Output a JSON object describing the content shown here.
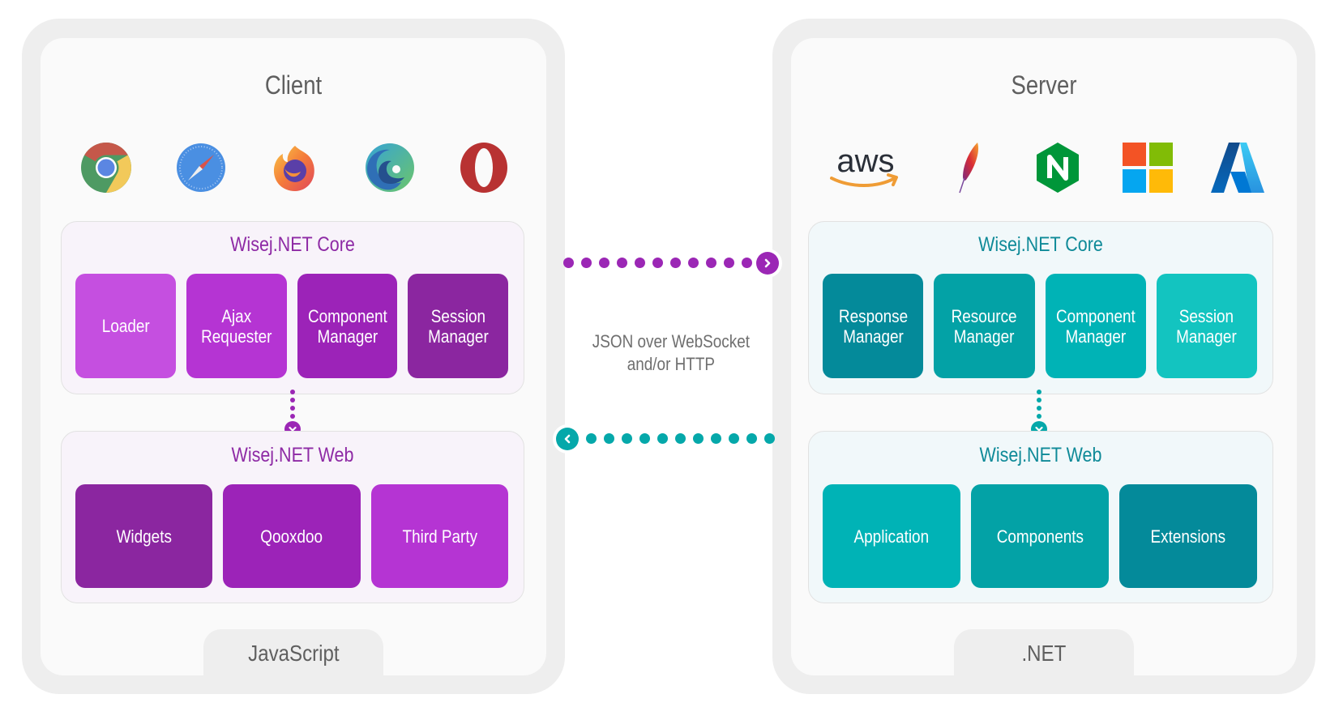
{
  "client": {
    "title": "Client",
    "icons": [
      "chrome-icon",
      "safari-icon",
      "firefox-icon",
      "edge-icon",
      "opera-icon"
    ],
    "core": {
      "title": "Wisej.NET Core",
      "tiles": [
        {
          "label": "Loader",
          "color": "#c54fe0"
        },
        {
          "label": "Ajax\nRequester",
          "color": "#b534d3"
        },
        {
          "label": "Component\nManager",
          "color": "#9c23b8"
        },
        {
          "label": "Session\nManager",
          "color": "#8b26a0"
        }
      ]
    },
    "web": {
      "title": "Wisej.NET Web",
      "tiles": [
        {
          "label": "Widgets",
          "color": "#8b26a0"
        },
        {
          "label": "Qooxdoo",
          "color": "#9c23b8"
        },
        {
          "label": "Third Party",
          "color": "#b534d3"
        }
      ]
    },
    "footer": "JavaScript",
    "accent": "#9b27b5"
  },
  "server": {
    "title": "Server",
    "icons": [
      "aws-icon",
      "apache-feather-icon",
      "nginx-icon",
      "microsoft-icon",
      "azure-icon"
    ],
    "aws_text": "aws",
    "core": {
      "title": "Wisej.NET Core",
      "tiles": [
        {
          "label": "Response\nManager",
          "color": "#048a9a"
        },
        {
          "label": "Resource\nManager",
          "color": "#03a2a6"
        },
        {
          "label": "Component\nManager",
          "color": "#00b3b6"
        },
        {
          "label": "Session\nManager",
          "color": "#13c4c0"
        }
      ]
    },
    "web": {
      "title": "Wisej.NET Web",
      "tiles": [
        {
          "label": "Application",
          "color": "#00b3b6"
        },
        {
          "label": "Components",
          "color": "#03a2a6"
        },
        {
          "label": "Extensions",
          "color": "#048a9a"
        }
      ]
    },
    "footer": ".NET",
    "accent": "#05a8aa"
  },
  "connection": {
    "label": "JSON over WebSocket\nand/or HTTP",
    "request_color": "#9b27b5",
    "response_color": "#05a8aa"
  }
}
